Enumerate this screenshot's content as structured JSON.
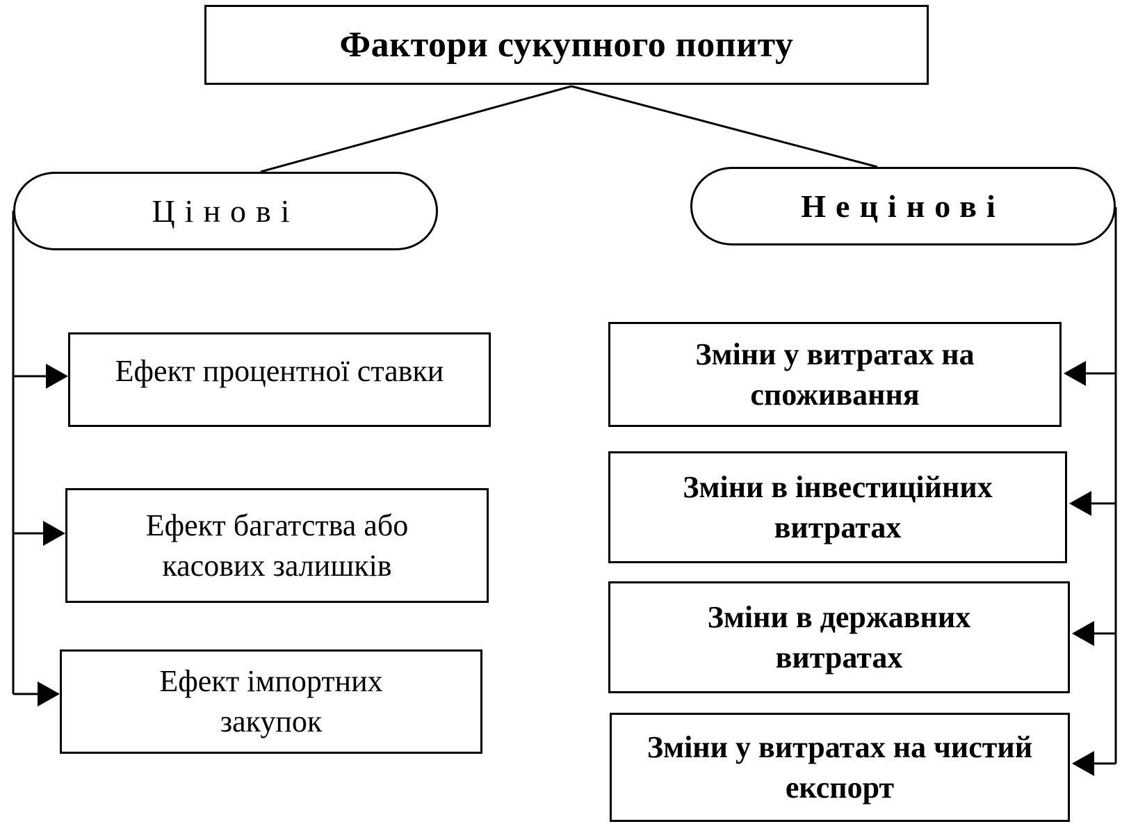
{
  "diagram": {
    "title": "Фактори сукупного попиту",
    "branches": [
      {
        "label": "Цінові",
        "display_label": "Цінові",
        "factors": [
          {
            "label": "Ефект процентної ставки"
          },
          {
            "label": "Ефект багатства або касових залишків"
          },
          {
            "label": "Ефект імпортних закупок"
          }
        ]
      },
      {
        "label": "Нецінові",
        "display_label": "Нецінові",
        "factors": [
          {
            "label": "Зміни у витратах на споживання"
          },
          {
            "label": "Зміни в інвестиційних витратах"
          },
          {
            "label": "Зміни в державних витратах"
          },
          {
            "label": "Зміни у витратах на чистий експорт"
          }
        ]
      }
    ]
  },
  "colors": {
    "line": "#000000",
    "background": "#ffffff"
  }
}
